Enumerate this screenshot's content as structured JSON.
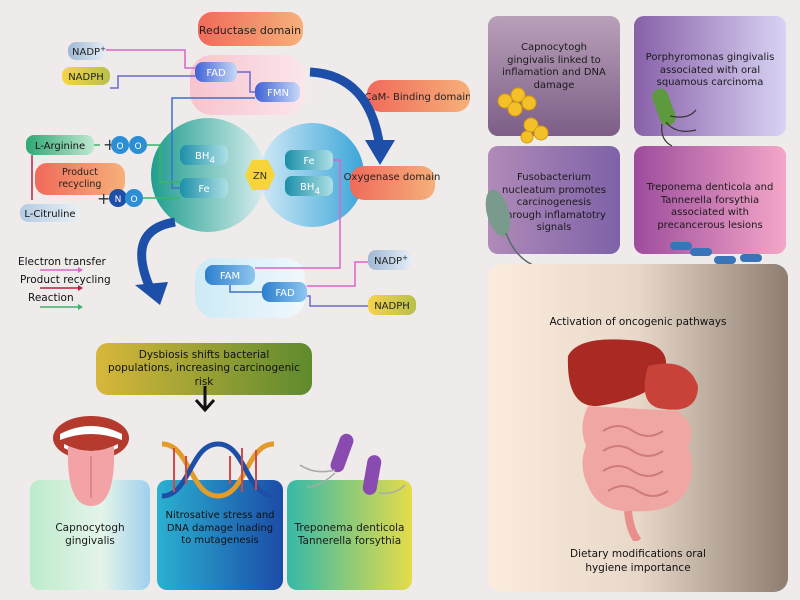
{
  "enzyme": {
    "reductase_domain": "Reductase domain",
    "cam_binding_domain": "CaM- Binding domain",
    "oxygenase_domain": "Oxygenase domain",
    "nadp_top": "NADP",
    "nadp_top_sup": "+",
    "nadph_top": "NADPH",
    "fad_top": "FAD",
    "fmn": "FMN",
    "bh4_left": "BH",
    "bh4_left_sub": "4",
    "fe_left": "Fe",
    "zn": "ZN",
    "fe_right": "Fe",
    "bh4_right": "BH",
    "bh4_right_sub": "4",
    "l_arginine": "L-Arginine",
    "o2_label": "O",
    "o2_label2": "O",
    "product_recycling_label": "Product recycling",
    "l_citruline": "L-Citruline",
    "no_label": "N",
    "no_label2": "O",
    "plus1": "+",
    "plus2": "+",
    "fam": "FAM",
    "fad_bottom": "FAD",
    "nadp_bottom": "NADP",
    "nadp_bottom_sup": "+",
    "nadph_bottom": "NADPH"
  },
  "legend": {
    "electron_transfer": "Electron transfer",
    "product_recycling": "Product recycling",
    "reaction": "Reaction",
    "colors": {
      "electron": "#d966c8",
      "recycling": "#b8213a",
      "reaction": "#3cb36a"
    }
  },
  "dysbiosis": {
    "text": "Dysbiosis shifts bacterial populations, increasing carcinogenic risk"
  },
  "bottom_cards": [
    {
      "text": "Capnocytogh gingivalis"
    },
    {
      "text": "Nitrosative stress and DNA damage lnading to mutagenesis"
    },
    {
      "text": "Treponema denticola Tannerella forsythia"
    }
  ],
  "right_cards": [
    {
      "text": "Capnocytogh gingivalis linked to inflamation and DNA damage"
    },
    {
      "text": "Porphyromonas gingivalis associated with oral squamous carcinoma"
    },
    {
      "text": "Fusobacterium nucleatum promotes carcinogenesis through inflamatotry signals"
    },
    {
      "text": "Treponema denticola and Tannerella forsythia associated with precancerous lesions"
    }
  ],
  "panel": {
    "top_text": "Activation of oncogenic pathways",
    "bottom_text": "Dietary modifications oral hygiene importance"
  }
}
